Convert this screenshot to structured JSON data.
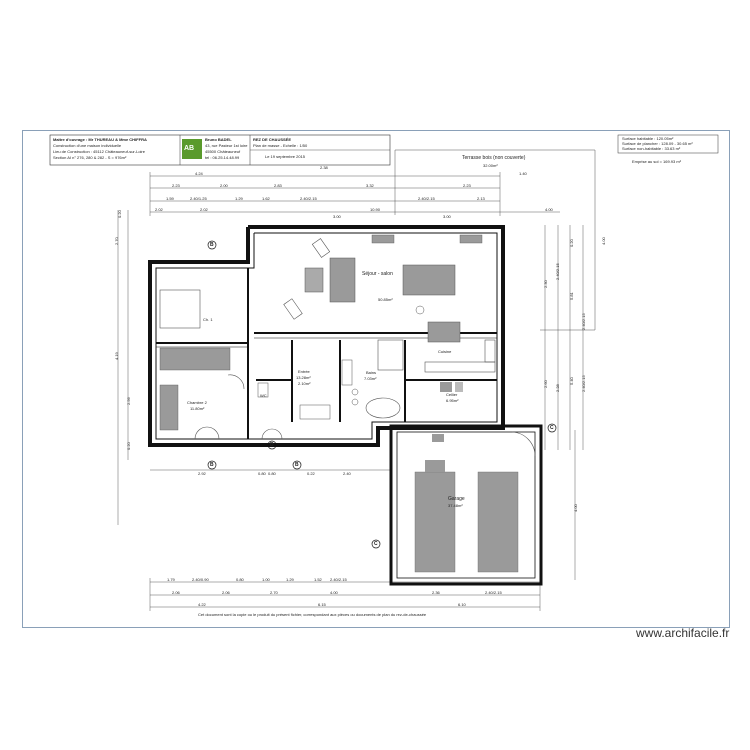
{
  "title_block": {
    "owner_lines": [
      "Maître d'ouvrage : Mr THUREAU & Mme CHIFFRA",
      "Construction d'une maison individuelle",
      "Lieu de Construction : 45112 Châteauneuf-sur-Loire",
      "Section AI n° 276, 280 & 282 - S = 976m²"
    ],
    "logo_text": "AB",
    "company_lines": [
      "Bruno BADEL",
      "43, rue Pasteur 1st loire",
      "45500 Châteauneuf",
      "tel : 06.25.14.48.99"
    ],
    "plan_lines": [
      "REZ DE CHAUSSÉE",
      "Plan de masse - Echelle : 1/50"
    ],
    "date_line": "Le 19 septembre 2015"
  },
  "surface_box": {
    "lines": [
      "Surface habitable : 120.05m²",
      "Surface de plancher : 128.09 - 30.65 m²",
      "Surface non-habitable : 33.63 m²"
    ],
    "emprise": "Emprise au sol = 169.93 m²"
  },
  "terrace_label": "Terrasse bois (non couverte)",
  "terrace_area": "32.00m²",
  "rooms": {
    "sejour": "Séjour - salon",
    "sejour_area": "50.85m²",
    "cuisine": "Cuisine",
    "cellier": "Cellier",
    "cellier_area": "6.95m²",
    "chambre1": "Ch. 1",
    "chambre2": "Chambre 2",
    "chambre2_area": "11.80m²",
    "entree": "Entrée",
    "entree_area": "13.28m²",
    "entree_sub": "2.10m²",
    "bains": "Bains",
    "bains_area": "7.03m²",
    "wc": "WC",
    "garage": "Garage",
    "garage_area": "37.48m²"
  },
  "markers": [
    "B",
    "B",
    "B",
    "C",
    "C",
    "B"
  ],
  "dims_top_row1": [
    "4.24",
    "2.38",
    "1.40"
  ],
  "dims_top_row2": [
    "2.23",
    "2.00",
    "2.83",
    "3.32",
    "2.23"
  ],
  "dims_top_row3": [
    "1.59",
    "2.40/1.25",
    "1.29",
    "1.62",
    "2.40/2.15",
    "2.40/2.15",
    "2.13"
  ],
  "dims_top_row4": [
    "2.02",
    "2.02",
    "3.00",
    "10.90",
    "3.00",
    "4.00"
  ],
  "dims_bottom_row1": [
    "1.79",
    "2.40/0.90",
    "0.80",
    "1.00",
    "1.29",
    "1.52",
    "2.40/2.15"
  ],
  "dims_bottom_row2": [
    "2.06",
    "2.06",
    "2.70",
    "4.00",
    "2.36",
    "2.40/2.15"
  ],
  "dims_bottom_row3": [
    "4.22",
    "6.15",
    "6.10"
  ],
  "dims_mid": [
    "2.92",
    "0.80",
    "0.80",
    "0.22",
    "2.40"
  ],
  "dims_left": [
    "0.20",
    "2.70",
    "4.19",
    "2.56",
    "0.20"
  ],
  "dims_right": [
    "2.30",
    "4.00",
    "2.40/2.15",
    "0.20",
    "5.81",
    "2.40/2.15",
    "2.60",
    "2.28",
    "5.40",
    "2.40/2.15",
    "4.00"
  ],
  "bottom_note": "Cet document sont la copie ou le produit du présent fichier, correspondant aux pièces ou documents de plan du rez-de-chaussée",
  "watermark": "www.archifacile.fr"
}
